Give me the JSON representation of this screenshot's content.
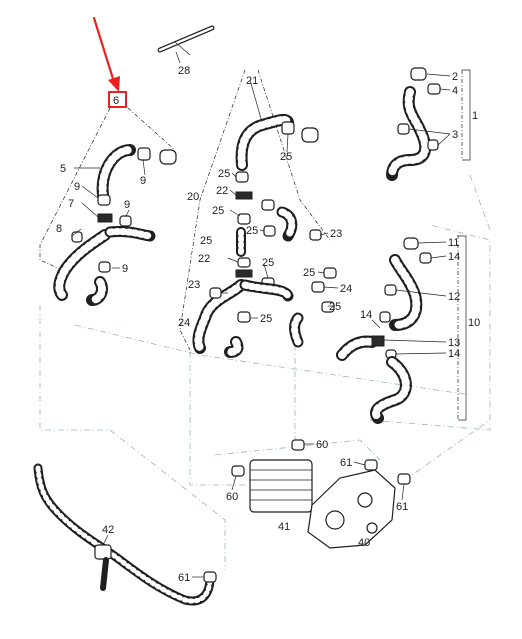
{
  "diagram": {
    "highlighted_label": "6",
    "highlight_color": "#e8231f",
    "labels": [
      "28",
      "2",
      "4",
      "1",
      "3",
      "21",
      "25",
      "6",
      "5",
      "9",
      "9",
      "7",
      "9",
      "8",
      "9",
      "25",
      "22",
      "20",
      "25",
      "25",
      "23",
      "25",
      "22",
      "25",
      "25",
      "24",
      "23",
      "25",
      "24",
      "25",
      "11",
      "14",
      "12",
      "10",
      "14",
      "13",
      "14",
      "60",
      "61",
      "60",
      "41",
      "40",
      "61",
      "42",
      "61"
    ]
  }
}
